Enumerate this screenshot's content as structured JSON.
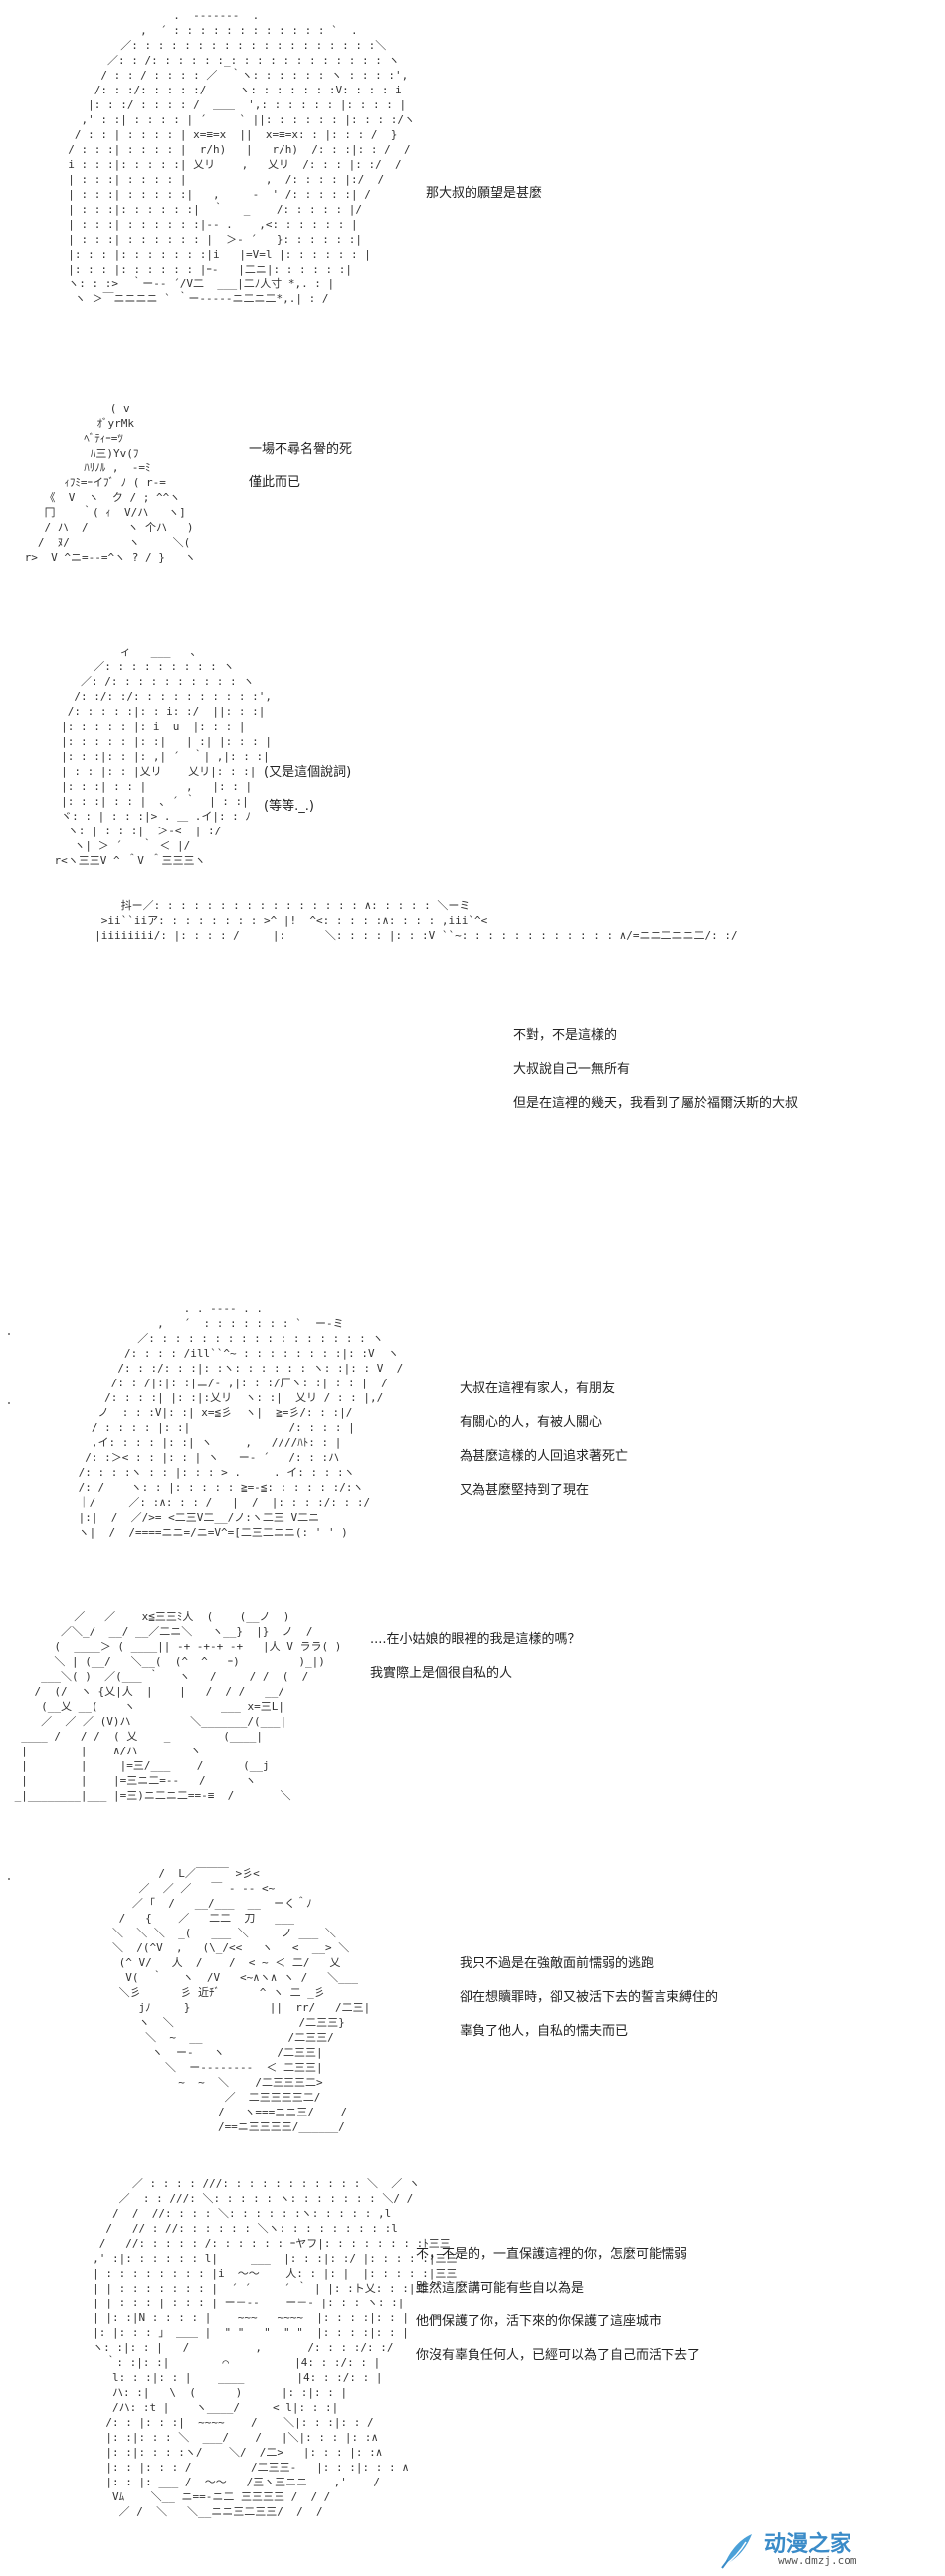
{
  "panels": [
    {
      "captions": [
        "那大叔的願望是甚麼"
      ]
    },
    {
      "captions": [
        "一場不尋名譽的死",
        "僅此而已"
      ]
    },
    {
      "captions": [
        "(又是這個說詞)",
        "(等等._.)"
      ]
    },
    {
      "captions": [
        "不對，不是這樣的",
        "大叔說自己一無所有",
        "但是在這裡的幾天，我看到了屬於福爾沃斯的大叔"
      ]
    },
    {
      "captions": [
        "大叔在這裡有家人，有朋友",
        "有關心的人，有被人關心",
        "為甚麼這樣的人回追求著死亡",
        "又為甚麼堅持到了現在"
      ]
    },
    {
      "captions": [
        "....在小姑娘的眼裡的我是這樣的嗎？",
        "我實際上是個很自私的人"
      ]
    },
    {
      "captions": [
        "我只不過是在強敵面前懦弱的逃跑",
        "卻在想贖罪時，卻又被活下去的誓言束縛住的",
        "辜負了他人，自私的懦夫而已"
      ]
    },
    {
      "captions": [
        "不，不是的，一直保護這裡的你，怎麼可能懦弱",
        "雖然這麼講可能有些自以為是",
        "他們保護了你，活下來的你保護了這座城市",
        "你沒有辜負任何人，已經可以為了自己而活下去了"
      ]
    }
  ],
  "logo": {
    "main": "动漫之家",
    "url": "www.dmzj.com",
    "accent": "#3a8bc8"
  }
}
